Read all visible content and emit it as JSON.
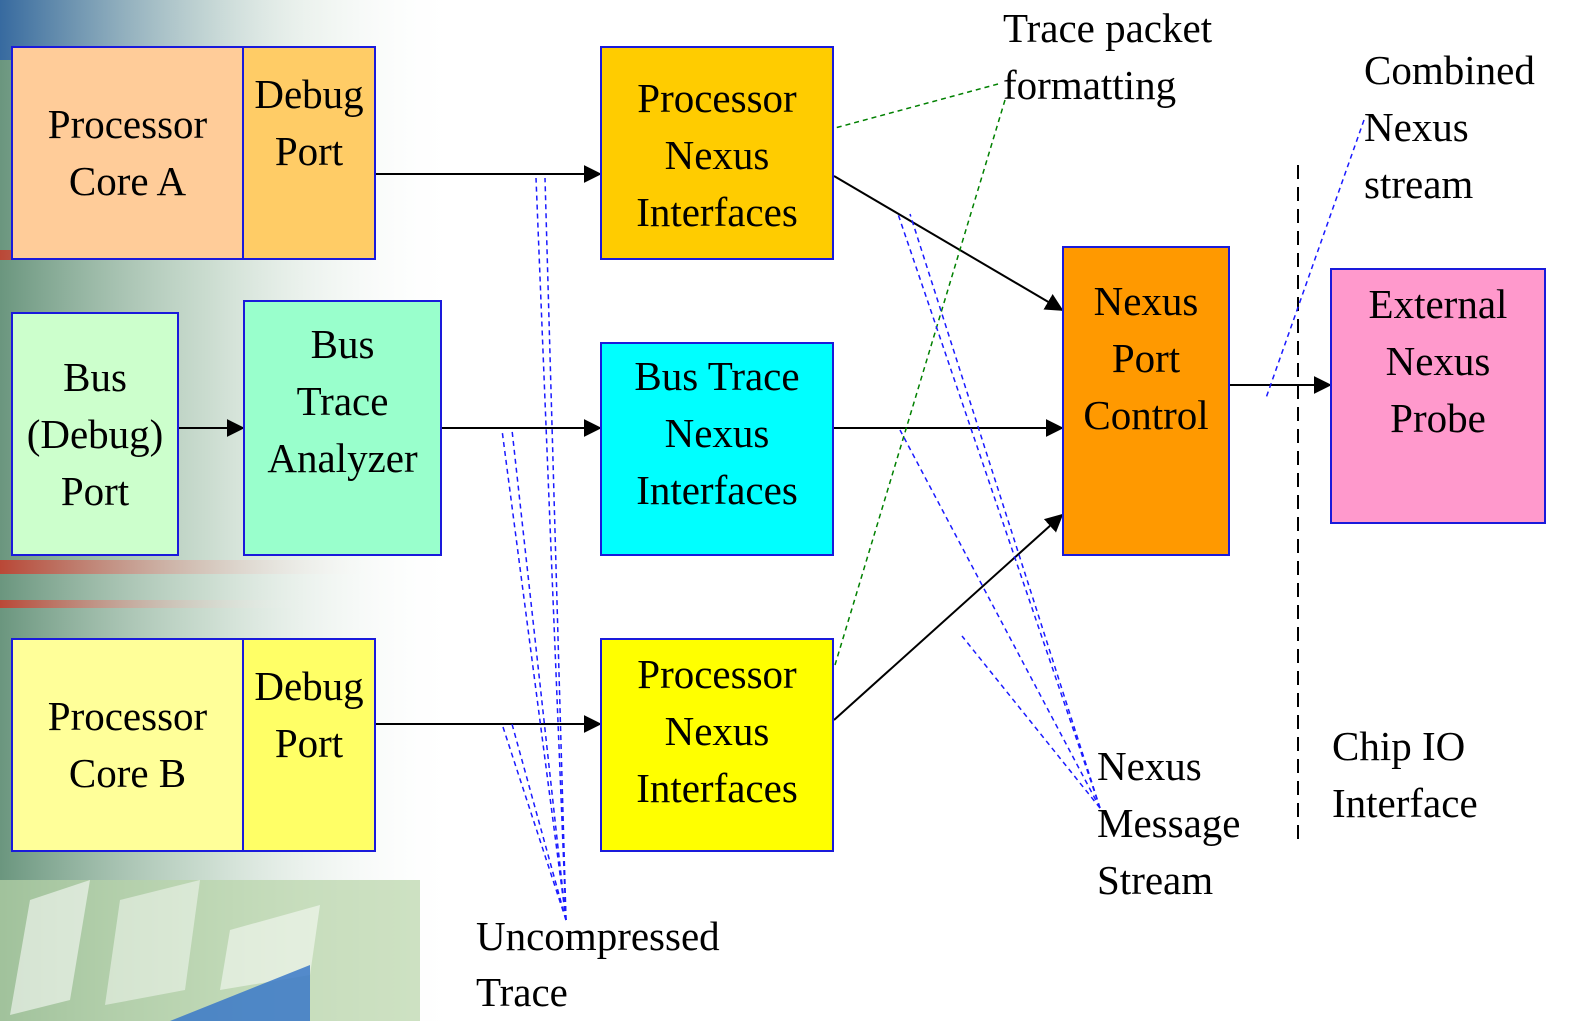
{
  "colors": {
    "box_border": "#1a1adb",
    "core_a": "#ffcc99",
    "debug_port_a": "#ffcc66",
    "bus_debug_port": "#ccffcc",
    "bus_trace_analyzer": "#99ffcc",
    "processor_nexus_a": "#ffcc00",
    "bus_trace_nexus": "#00ffff",
    "processor_nexus_b": "#ffff00",
    "core_b": "#ffff99",
    "debug_port_b": "#ffff66",
    "nexus_port_control": "#ff9900",
    "external_probe": "#ff99cc",
    "annotation_blue": "#1a1aff",
    "annotation_green": "#008000"
  },
  "blocks": {
    "core_a": "Processor\nCore A",
    "debug_port_a": "Debug\nPort",
    "bus_debug_port": "Bus\n(Debug)\nPort",
    "bus_trace_analyzer": "Bus\nTrace\nAnalyzer",
    "processor_nexus_a": "Processor\nNexus\nInterfaces",
    "bus_trace_nexus": "Bus Trace\nNexus\nInterfaces",
    "processor_nexus_b": "Processor\nNexus\nInterfaces",
    "core_b": "Processor\nCore B",
    "debug_port_b": "Debug\nPort",
    "nexus_port_control": "Nexus\nPort\nControl",
    "external_probe": "External\nNexus\nProbe"
  },
  "annotations": {
    "trace_packet": "Trace packet\nformatting",
    "combined_stream": "Combined\nNexus\nstream",
    "message_stream": "Nexus\nMessage\nStream",
    "chip_io": "Chip IO\nInterface",
    "uncompressed": "Uncompressed\nTrace"
  }
}
